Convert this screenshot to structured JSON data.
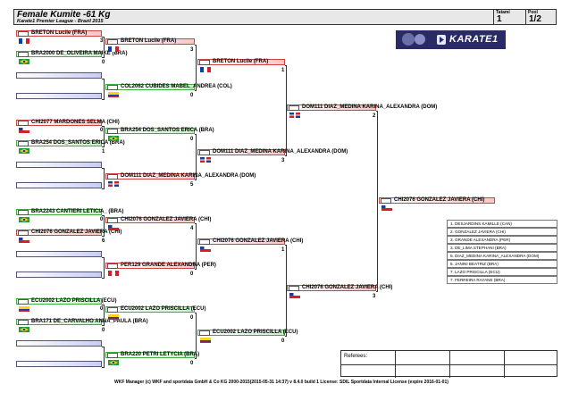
{
  "header": {
    "title": "Female Kumite -61 Kg",
    "subtitle": "Karate1 Premier League - Brazil 2015",
    "tatami_label": "Tatami",
    "tatami_value": "1",
    "pool_label": "Pool",
    "pool_value": "1/2"
  },
  "logo": {
    "text": "KARATE1"
  },
  "round1": [
    {
      "name": "BRETON Lucile (FRA)",
      "flag": "FRA"
    },
    {
      "name": "BRA2000 DE_OLIVEIRA MAIKE (BRA)",
      "flag": "BRA",
      "score": "0"
    },
    {
      "name": "",
      "flag": ""
    },
    {
      "name": "",
      "flag": ""
    },
    {
      "name": "CHI2077 MARDONES SELMA (CHI)",
      "flag": "CHI"
    },
    {
      "name": "BRA254 DOS_SANTOS ERICA (BRA)",
      "flag": "BRA",
      "score": "1"
    },
    {
      "name": "",
      "flag": ""
    },
    {
      "name": "",
      "flag": ""
    },
    {
      "name": "BRA2243 CANTIERI LETICIA_ (BRA)",
      "flag": "BRA"
    },
    {
      "name": "CHI2076 GONZALEZ JAVIERA (CHI)",
      "flag": "CHI",
      "score": "6"
    },
    {
      "name": "",
      "flag": ""
    },
    {
      "name": "",
      "flag": ""
    },
    {
      "name": "ECU2002 LAZO PRISCILLA (ECU)",
      "flag": "ECU"
    },
    {
      "name": "BRA171 DE_CARVALHO ANNA_PAULA (BRA)",
      "flag": "BRA",
      "score": "0"
    },
    {
      "name": "",
      "flag": ""
    },
    {
      "name": "",
      "flag": ""
    }
  ],
  "round1_scores_top": [
    "3",
    "0",
    "0",
    "0"
  ],
  "round2": [
    {
      "name": "BRETON Lucile (FRA)",
      "flag": "FRA",
      "score": "3"
    },
    {
      "name": "COL2062 CUBIDES MABEL_ANDREA (COL)",
      "flag": "COL",
      "score": "0"
    },
    {
      "name": "BRA254 DOS_SANTOS ERICA (BRA)",
      "flag": "BRA",
      "score": "0"
    },
    {
      "name": "DOM111 DIAZ_MEDINA KARINA_ALEXANDRA (DOM)",
      "flag": "DOM",
      "score": "5"
    },
    {
      "name": "CHI2076 GONZALEZ JAVIERA (CHI)",
      "flag": "CHI",
      "score": "4"
    },
    {
      "name": "PER129 GRANDE ALEXANDRA (PER)",
      "flag": "PER",
      "score": "0"
    },
    {
      "name": "ECU2002 LAZO PRISCILLA (ECU)",
      "flag": "ECU",
      "score": "0"
    },
    {
      "name": "BRA220 PETRI LETYCIA (BRA)",
      "flag": "BRA",
      "score": "0"
    }
  ],
  "round3": [
    {
      "name": "BRETON Lucile (FRA)",
      "flag": "FRA",
      "score": "1"
    },
    {
      "name": "DOM111 DIAZ_MEDINA KARINA_ALEXANDRA (DOM)",
      "flag": "DOM",
      "score": "3"
    },
    {
      "name": "CHI2076 GONZALEZ JAVIERA (CHI)",
      "flag": "CHI",
      "score": "1"
    },
    {
      "name": "ECU2002 LAZO PRISCILLA (ECU)",
      "flag": "ECU",
      "score": "0"
    }
  ],
  "round4": [
    {
      "name": "DOM111 DIAZ_MEDINA KARINA_ALEXANDRA (DOM)",
      "flag": "DOM",
      "score": "2"
    },
    {
      "name": "CHI2076 GONZALEZ JAVIERA (CHI)",
      "flag": "CHI",
      "score": "3"
    }
  ],
  "winner": {
    "name": "CHI2076 GONZALEZ JAVIERA (CHI)",
    "flag": "CHI"
  },
  "results": [
    "1. DESJARDINS KAMILLE (CAN)",
    "2. GONZALEZ JAVIERA (CHI)",
    "3. GRANDE ALEXANDRA (PER)",
    "3. DE_LIMA STEPHANI (BRA)",
    "5. DIAZ_MEDINA KARINA_ALEXANDRA (DOM)",
    "5. JANINI BEATRIZ (BRA)",
    "7. LAZO PRISCILLA (ECU)",
    "7. FERREIRA RAYANE (BRA)"
  ],
  "referees_label": "Referees:",
  "footer": "WKF Manager (c) WKF and sportdata GmbH & Co KG 2000-2015(2015-05-31 14:37) v 8.4.0 build 1 License: SDIL Sportdata Internal License (expire 2016-01-01)"
}
